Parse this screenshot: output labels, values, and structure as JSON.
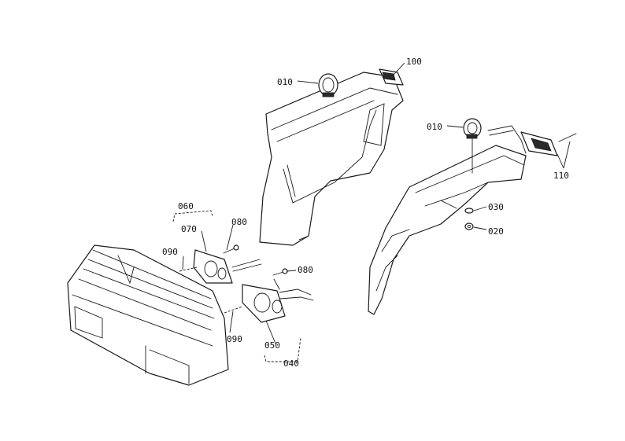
{
  "parts": {
    "p100": "100",
    "p010_left": "010",
    "p010_right": "010",
    "p110": "110",
    "p030": "030",
    "p020": "020",
    "p060": "060",
    "p070": "070",
    "p080_upper": "080",
    "p080_lower": "080",
    "p090_upper": "090",
    "p090_lower": "090",
    "p050": "050",
    "p040": "040"
  }
}
